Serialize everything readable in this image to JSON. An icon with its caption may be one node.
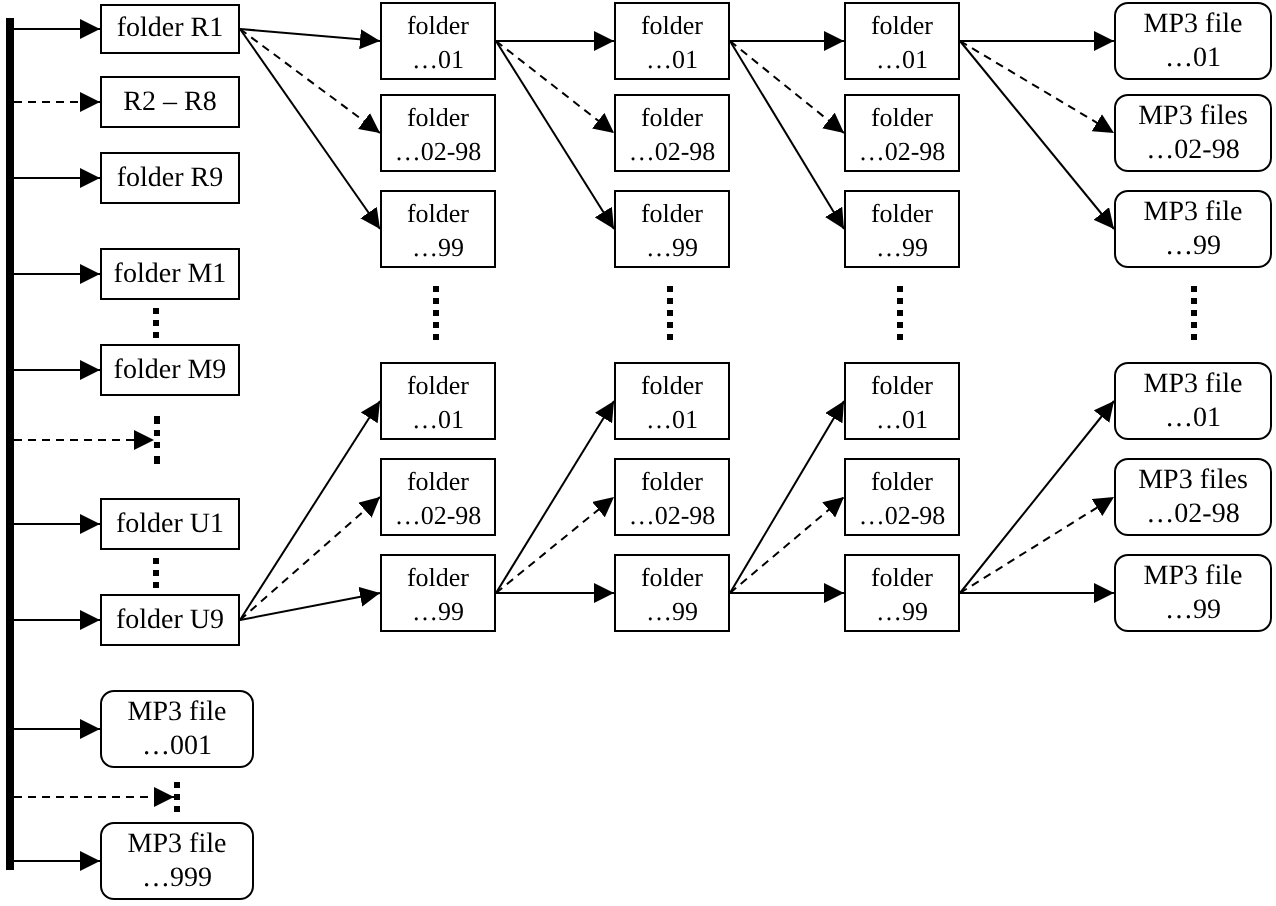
{
  "diagram": {
    "nodes": [
      {
        "text": [],
        "shape": "bar"
      },
      {
        "text": [
          "folder R1"
        ]
      },
      {
        "text": [
          "R2 – R8"
        ]
      },
      {
        "text": [
          "folder R9"
        ]
      },
      {
        "text": [
          "folder M1"
        ]
      },
      {
        "text": [
          "folder M9"
        ]
      },
      {
        "text": [
          "folder U1"
        ]
      },
      {
        "text": [
          "folder U9"
        ]
      },
      {
        "text": [
          "MP3 file …001"
        ]
      },
      {
        "text": [
          "MP3 file …999"
        ]
      },
      {
        "text": [
          "folder …01"
        ]
      },
      {
        "text": [
          "folder …02-98"
        ]
      },
      {
        "text": [
          "folder …99"
        ]
      },
      {
        "text": [
          "folder …01"
        ]
      },
      {
        "text": [
          "folder …02-98"
        ]
      },
      {
        "text": [
          "folder …99"
        ]
      },
      {
        "text": [
          "folder …01"
        ]
      },
      {
        "text": [
          "folder …02-98"
        ]
      },
      {
        "text": [
          "folder …99"
        ]
      },
      {
        "text": [
          "folder …01"
        ]
      },
      {
        "text": [
          "folder …02-98"
        ]
      },
      {
        "text": [
          "folder …99"
        ]
      },
      {
        "text": [
          "folder …01"
        ]
      },
      {
        "text": [
          "folder …02-98"
        ]
      },
      {
        "text": [
          "folder …99"
        ]
      },
      {
        "text": [
          "folder …01"
        ]
      },
      {
        "text": [
          "folder …02-98"
        ]
      },
      {
        "text": [
          "folder …99"
        ]
      },
      {
        "text": [
          "MP3 file …01"
        ]
      },
      {
        "text": [
          "MP3 files …02-98"
        ]
      },
      {
        "text": [
          "MP3 file …99"
        ]
      },
      {
        "text": [
          "MP3 file …01"
        ]
      },
      {
        "text": [
          "MP3 files …02-98"
        ]
      },
      {
        "text": [
          "MP3 file …99"
        ]
      },
      {
        "text": [],
        "shape": "dots"
      },
      {
        "text": [],
        "shape": "dots"
      }
    ],
    "edges": [
      {
        "from": 0,
        "to": 1,
        "arrow": "to"
      },
      {
        "from": 0,
        "to": 2,
        "arrow": "to",
        "style": "dashed"
      },
      {
        "from": 0,
        "to": 3,
        "arrow": "to"
      },
      {
        "from": 0,
        "to": 4,
        "arrow": "to"
      },
      {
        "from": 0,
        "to": 5,
        "arrow": "to"
      },
      {
        "from": 0,
        "to": 34,
        "arrow": "to",
        "style": "dashed"
      },
      {
        "from": 0,
        "to": 6,
        "arrow": "to"
      },
      {
        "from": 0,
        "to": 7,
        "arrow": "to"
      },
      {
        "from": 0,
        "to": 8,
        "arrow": "to"
      },
      {
        "from": 0,
        "to": 35,
        "arrow": "to",
        "style": "dashed"
      },
      {
        "from": 0,
        "to": 9,
        "arrow": "to"
      },
      {
        "from": 1,
        "to": 10,
        "arrow": "to"
      },
      {
        "from": 1,
        "to": 11,
        "arrow": "to",
        "style": "dashed"
      },
      {
        "from": 1,
        "to": 12,
        "arrow": "to"
      },
      {
        "from": 7,
        "to": 13,
        "arrow": "to"
      },
      {
        "from": 7,
        "to": 14,
        "arrow": "to",
        "style": "dashed"
      },
      {
        "from": 7,
        "to": 15,
        "arrow": "to"
      },
      {
        "from": 10,
        "to": 16,
        "arrow": "to"
      },
      {
        "from": 10,
        "to": 17,
        "arrow": "to",
        "style": "dashed"
      },
      {
        "from": 10,
        "to": 18,
        "arrow": "to"
      },
      {
        "from": 15,
        "to": 19,
        "arrow": "to"
      },
      {
        "from": 15,
        "to": 20,
        "arrow": "to",
        "style": "dashed"
      },
      {
        "from": 15,
        "to": 21,
        "arrow": "to"
      },
      {
        "from": 16,
        "to": 22,
        "arrow": "to"
      },
      {
        "from": 16,
        "to": 23,
        "arrow": "to",
        "style": "dashed"
      },
      {
        "from": 16,
        "to": 24,
        "arrow": "to"
      },
      {
        "from": 21,
        "to": 25,
        "arrow": "to"
      },
      {
        "from": 21,
        "to": 26,
        "arrow": "to",
        "style": "dashed"
      },
      {
        "from": 21,
        "to": 27,
        "arrow": "to"
      },
      {
        "from": 22,
        "to": 28,
        "arrow": "to"
      },
      {
        "from": 22,
        "to": 29,
        "arrow": "to",
        "style": "dashed"
      },
      {
        "from": 22,
        "to": 30,
        "arrow": "to"
      },
      {
        "from": 27,
        "to": 31,
        "arrow": "to"
      },
      {
        "from": 27,
        "to": 32,
        "arrow": "to",
        "style": "dashed"
      },
      {
        "from": 27,
        "to": 33,
        "arrow": "to"
      }
    ]
  }
}
